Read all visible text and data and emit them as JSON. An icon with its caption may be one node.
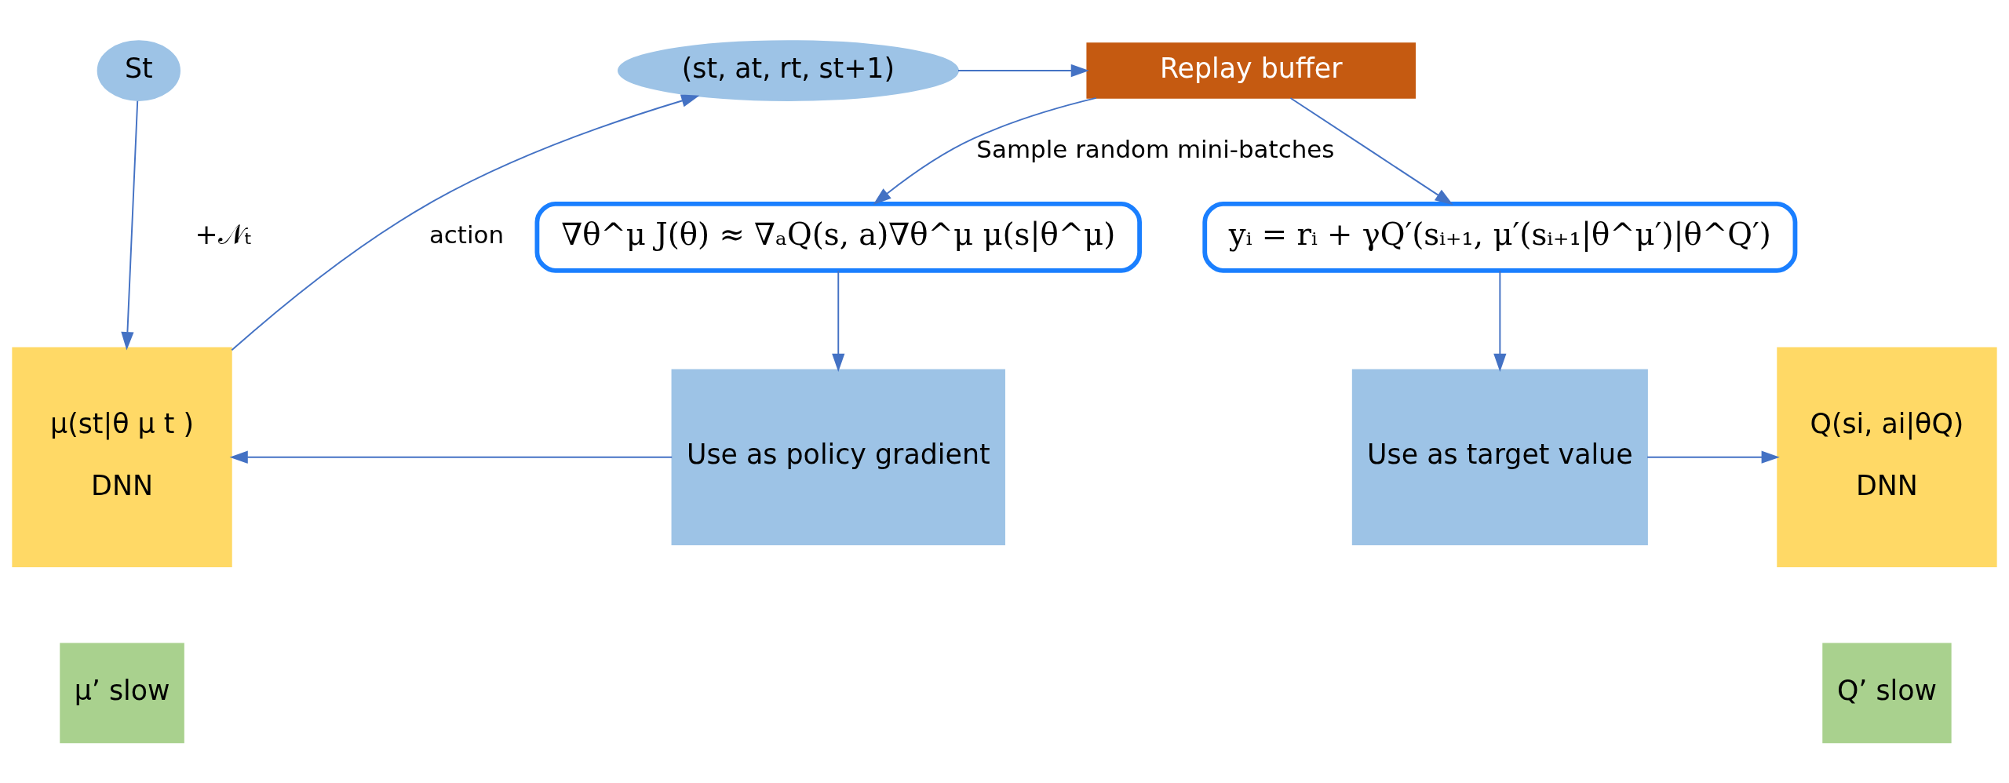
{
  "diagram": {
    "nodes": [
      {
        "text": [
          "St"
        ]
      },
      {
        "text": [
          "(st, at, rt, st+1)"
        ]
      },
      {
        "text": [
          "Replay buffer"
        ]
      },
      {
        "text": [
          "∇θ^μ J(θ) ≈ ∇ₐQ(s, a)∇θ^μ μ(s|θ^μ)"
        ]
      },
      {
        "text": [
          "yᵢ = rᵢ + γQ′(sᵢ₊₁, μ′(sᵢ₊₁|θ^μ′)|θ^Q′)"
        ]
      },
      {
        "text": [
          "μ(st|θ μ t )",
          "DNN"
        ]
      },
      {
        "text": [
          "μ’ slow"
        ]
      },
      {
        "text": [
          "Use as policy gradient"
        ]
      },
      {
        "text": [
          "Q(si, ai|θQ)",
          "DNN"
        ]
      },
      {
        "text": [
          "Q’ slow"
        ]
      },
      {
        "text": [
          "Use as target value"
        ]
      }
    ],
    "edges": [
      {
        "from": 0,
        "to": 5,
        "arrow": "to"
      },
      {
        "from": 5,
        "to": 1,
        "arrow": "to",
        "label": "action"
      },
      {
        "from": 1,
        "to": 2,
        "arrow": "to"
      },
      {
        "from": 2,
        "to": 3,
        "arrow": "to",
        "label": "Sample random mini-batches"
      },
      {
        "from": 2,
        "to": 4,
        "arrow": "to"
      },
      {
        "from": 3,
        "to": 7,
        "arrow": "to"
      },
      {
        "from": 7,
        "to": 5,
        "arrow": "to"
      },
      {
        "from": 4,
        "to": 10,
        "arrow": "to"
      },
      {
        "from": 10,
        "to": 8,
        "arrow": "to"
      }
    ],
    "labels": [
      "+𝒩ₜ"
    ]
  }
}
